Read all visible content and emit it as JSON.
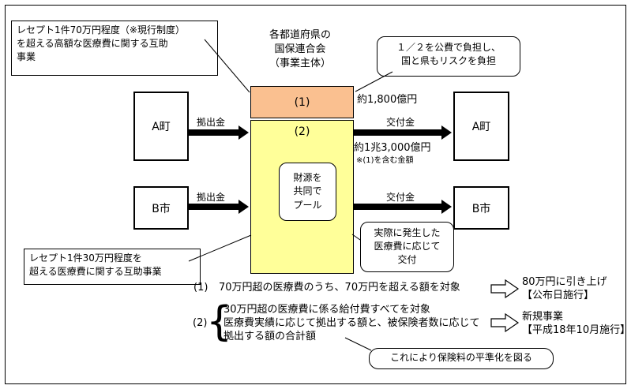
{
  "colors": {
    "box1_bg": "#FAC090",
    "box2_bg": "#FFFF99",
    "line": "#000000"
  },
  "title": "各都道府県の\n国保連合会\n（事業主体）",
  "callouts": {
    "high_cost": "レセプト1件70万円程度（※現行制度）\nを超える高額な医療費に関する互助\n事業",
    "public_funds": "１／２を公費で負担し、\n国と県もリスクを負担",
    "actual_cost": "実際に発生した\n医療費に応じて\n交付",
    "over_300k": "レセプト1件30万円程度を\n超える医療費に関する互助事業",
    "equalization": "これにより保険料の平準化を図る"
  },
  "center": {
    "box1_label": "(1)",
    "box2_label": "(2)",
    "pool_text": "財源を\n共同で\nプール",
    "amount1": "約1,800億円",
    "amount2": "約1兆3,000億円",
    "amount2_note": "※(1)を含む金額"
  },
  "municipalities": {
    "left_a": "A町",
    "left_b": "B市",
    "right_a": "A町",
    "right_b": "B市"
  },
  "arrows": {
    "contribution_label": "拠出金",
    "grant_label": "交付金"
  },
  "notes": {
    "n1_label": "(1)",
    "n1_text": "70万円超の医療費のうち、70万円を超える額を対象",
    "n1_result": "80万円に引き上げ\n【公布日施行】",
    "n2_label": "(2)",
    "n2_brace": "{",
    "n2_text": "30万円超の医療費に係る給付費すべてを対象\n医療費実績に応じて拠出する額と、被保険者数に応じて\n拠出する額の合計額",
    "n2_result": "新規事業\n【平成18年10月施行】"
  }
}
